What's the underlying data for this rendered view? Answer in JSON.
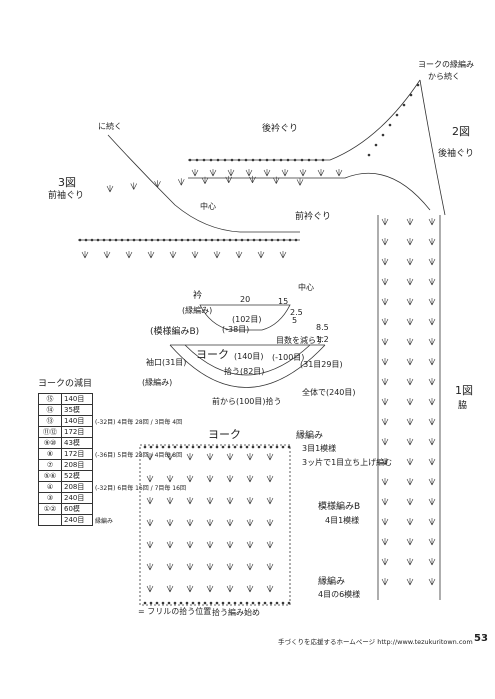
{
  "labels": {
    "fig3_title": "3図",
    "fig3_sub": "前袖ぐり",
    "fig2_title": "2図",
    "fig2_sub": "後袖ぐり",
    "fig1_title": "1図",
    "fig1_sub": "脇",
    "back_neck": "後衿ぐり",
    "front_neck": "前衿ぐり",
    "yoke_pick": "ヨークの縁編み",
    "continue_left": "に続く",
    "continue_right": "から続く",
    "center1": "中心",
    "center2": "中心",
    "collar": "衿",
    "edge_knit": "(縁編み)",
    "pattern_b": "(模様編みB)",
    "yoke_label": "ヨーク",
    "edge_knit2": "(縁編み)",
    "st102": "(102目)",
    "st38": "(-38目)",
    "st140": "(140目)",
    "st100": "(-100目)",
    "pick82": "拾う(82目)",
    "pick100": "前から(100目)拾う",
    "whole240": "全体で(240目)",
    "cuff31": "袖口(31目)",
    "cuff29": "(31目29目)",
    "cuff_pick": "拾う",
    "pick_marks": "目数を減らす",
    "sodeguri": "袖口",
    "chart_title": "ヨーク",
    "edge_note": "縁編み",
    "edge_rows": "3目1模様",
    "edge_detail": "3ッ片で1目立ち上げ編む",
    "pattern_b_note": "模様編みB",
    "pattern_b_rows": "4目1模様",
    "edge_bottom": "縁編み",
    "edge_bottom_rows": "4目の6模様",
    "start_note": "拾う編み始め",
    "frill": "= フリルの拾う位置",
    "dim20": "20",
    "dim15": "15",
    "dim5": "5",
    "dim85": "8.5",
    "dim12": "1.2",
    "dim25": "2.5",
    "table_title": "ヨークの減目",
    "footer": "手づくりを応援するホームページ  http://www.tezukuritown.com",
    "page_no": "53"
  },
  "decrease_table": [
    {
      "row": "⑮",
      "stitches": "140目",
      "note": ""
    },
    {
      "row": "⑭",
      "stitches": "35模",
      "note": ""
    },
    {
      "row": "⑬",
      "stitches": "140目",
      "note": "(-32目) 4目毎 28回 / 3目毎 4回"
    },
    {
      "row": "⑪⑫",
      "stitches": "172目",
      "note": ""
    },
    {
      "row": "⑨⑩",
      "stitches": "43模",
      "note": ""
    },
    {
      "row": "⑧",
      "stitches": "172目",
      "note": "(-36目) 5目毎 28回 / 4目毎 8回"
    },
    {
      "row": "⑦",
      "stitches": "208目",
      "note": ""
    },
    {
      "row": "⑤⑥",
      "stitches": "52模",
      "note": ""
    },
    {
      "row": "④",
      "stitches": "208目",
      "note": "(-32目) 6目毎 16回 / 7目毎 16回"
    },
    {
      "row": "③",
      "stitches": "240目",
      "note": ""
    },
    {
      "row": "①②",
      "stitches": "60模",
      "note": ""
    },
    {
      "row": "",
      "stitches": "240目",
      "note": "縁編み"
    }
  ]
}
